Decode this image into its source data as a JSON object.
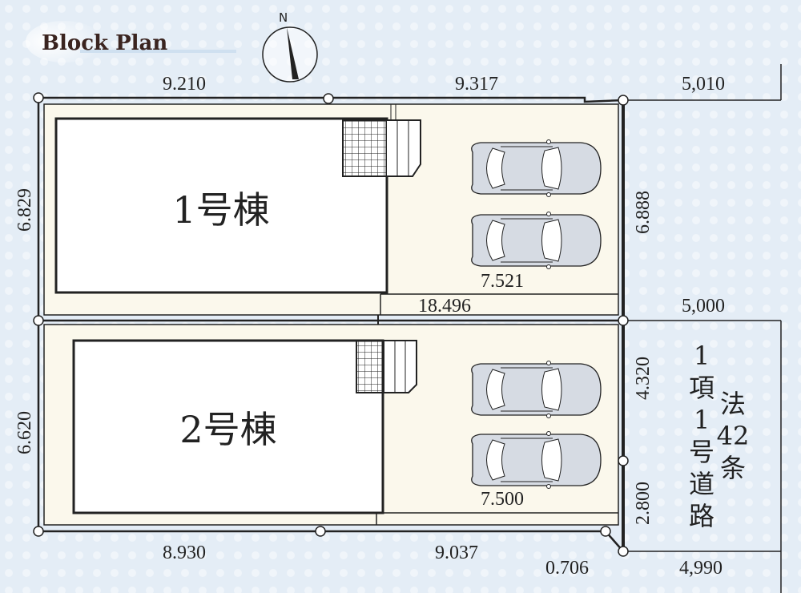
{
  "title": "Block Plan",
  "compass": {
    "label": "N"
  },
  "colors": {
    "background": "#e4edf6",
    "lot_fill": "#fbf8ec",
    "line": "#222222",
    "car_fill": "#d6dbe3"
  },
  "houses": [
    {
      "label": "1号棟"
    },
    {
      "label": "2号棟"
    }
  ],
  "dimensions": {
    "top_left": "9.210",
    "top_right": "9.317",
    "left_lot1": "6.829",
    "right_lot1": "6.888",
    "parking_lot1": "7.521",
    "center_length": "18.496",
    "left_lot2": "6.620",
    "right_lot2_upper": "4.320",
    "right_lot2_lower": "2.800",
    "parking_lot2": "7.500",
    "bottom_left": "8.930",
    "bottom_right": "9.037",
    "corner_cut": "0.706",
    "road_width_top": "5,010",
    "road_width_middle": "5,000",
    "road_width_bottom": "4,990"
  },
  "road": {
    "column1": [
      "1",
      "項",
      "1",
      "号",
      "道",
      "路"
    ],
    "column2": [
      "法",
      "42",
      "条"
    ]
  }
}
